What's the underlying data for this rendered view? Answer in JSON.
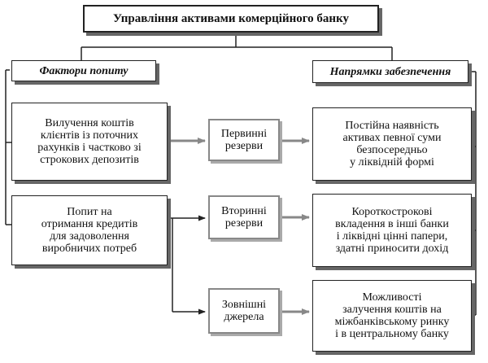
{
  "title": "Управління активами комерційного банку",
  "headers": {
    "left": "Фактори попиту",
    "right": "Напрямки забезпечення"
  },
  "factors": [
    "Вилучення коштів\nклієнтів із поточних\nрахунків і частково зі\nстрокових депозитів",
    "Попит на\nотримання кредитів\nдля задоволення\nвиробничих потреб"
  ],
  "reserves": [
    "Первинні\nрезерви",
    "Вторинні\nрезерви",
    "Зовнішні\nджерела"
  ],
  "directions": [
    "Постійна наявність\nактивах певної суми\nбезпосередньо\nу ліквідній формі",
    "Короткострокові\nвкладення в інші банки\nі ліквідні цінні папери,\nздатні приносити дохід",
    "Можливості\nзалучення коштів на\nміжбанківському ринку\nі в центральному банку"
  ]
}
